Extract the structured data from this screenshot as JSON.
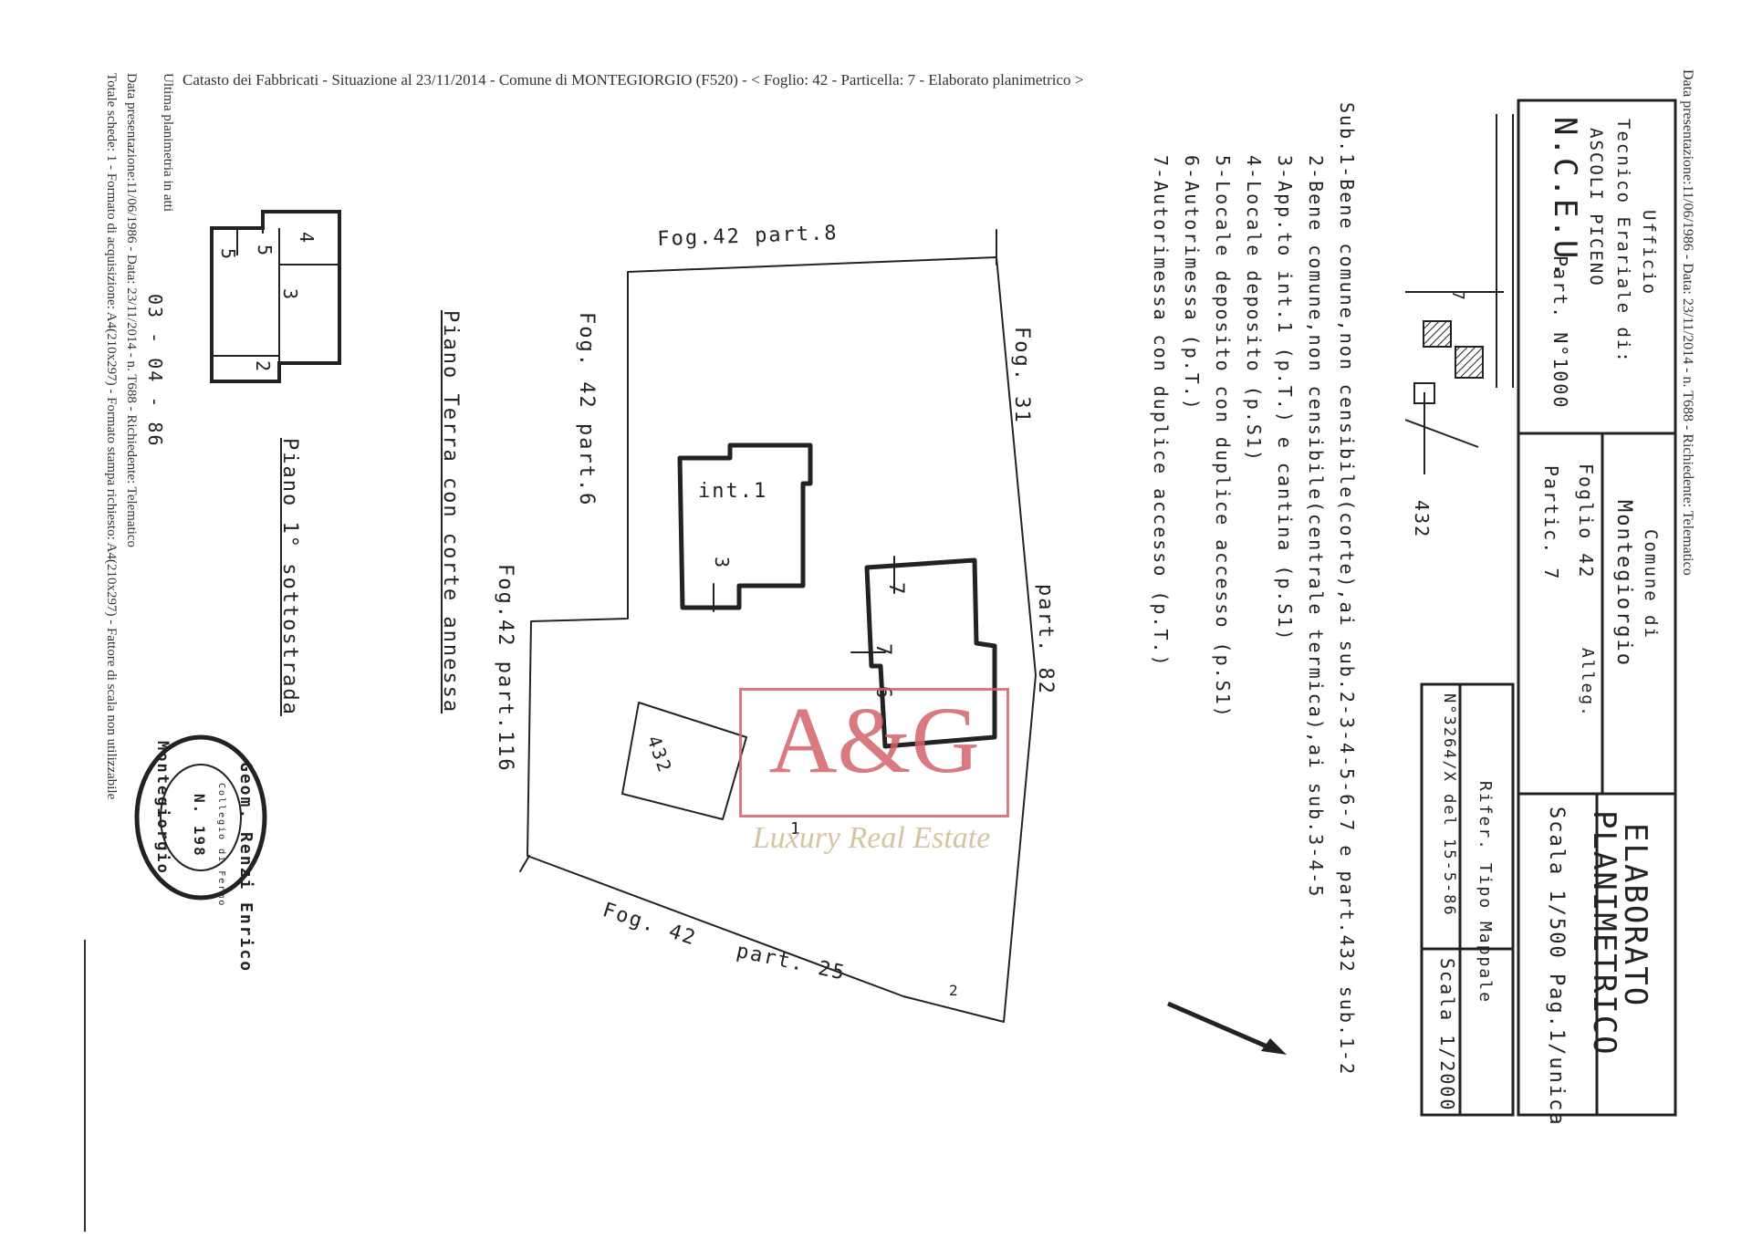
{
  "header": {
    "catasto_line": "Catasto dei Fabbricati - Situazione al 23/11/2014 - Comune di MONTEGIORGIO (F520) - < Foglio: 42 - Particella: 7 - Elaborato planimetrico >",
    "right_margin": "Data presentazione:11/06/1986 - Data: 23/11/2014 - n. T688 - Richiedente: Telematico"
  },
  "left_margin": {
    "ultima": "Ultima planimetria in atti",
    "data_line": "Data presentazione:11/06/1986 - Data: 23/11/2014 - n. T688 - Richiedente: Telematico",
    "totale_line": "Totale schede: 1 - Formato di acquisizione: A4(210x297) - Formato stampa richiesto: A4(210x297) - Fattore di scala non utilizzabile"
  },
  "title_block": {
    "ufficio": [
      "Ufficio",
      "Tecnico Erariale di:",
      "ASCOLI PICENO"
    ],
    "nceu": "N.C.E.U.",
    "part_no": "Part. N°1000",
    "comune": [
      "Comune di",
      "Montegiorgio"
    ],
    "foglio": "Foglio 42",
    "allegato": "Alleg.",
    "partic": "Partic. 7",
    "elaborato": [
      "ELABORATO",
      "PLANIMETRICO"
    ],
    "scala": "Scala 1/500 Pag.1/unica",
    "rifer": "Rifer. Tipo Mappale",
    "rifer_no": "N°3264/X del 15-5-86",
    "scala2": "Scala 1/2000",
    "mini_map": {
      "label_7": "7",
      "label_432": "432"
    }
  },
  "legend": [
    "Sub.1-Bene comune,non censibile(corte),ai sub.2-3-4-5-6-7 e part.432 sub.1-2",
    "2-Bene comune,non censibile(centrale termica),ai sub.3-4-5",
    "3-App.to int.1 (p.T.) e cantina (p.S1)",
    "4-Locale deposito (p.S1)",
    "5-Locale deposito con duplice accesso (p.S1)",
    "6-Autorimessa (p.T.)",
    "7-Autorimessa con duplice accesso (p.T.)"
  ],
  "plan": {
    "fog42_part8": "Fog.42 part.8",
    "fog31": "Fog. 31",
    "part82": "part. 82",
    "fog42_part6": "Fog. 42 part.6",
    "fog42_part116": "Fog.42 part.116",
    "fog42_part25_a": "Fog. 42",
    "fog42_part25_b": "part. 25",
    "int1": "int.1",
    "sub3": "3",
    "sub7a": "7",
    "sub7b": "7",
    "sub6": "6",
    "part432": "432",
    "sub1": "1",
    "sub2": "2",
    "piano_terra": "Piano Terra con corte annessa"
  },
  "basement": {
    "s4": "4",
    "s3": "3",
    "s5a": "5",
    "s5b": "5",
    "s2": "2",
    "date": "03 - 04 - 86",
    "piano_label": "Piano 1° sottostrada"
  },
  "stamp": {
    "outer": "Geom. Renzi Enrico",
    "town": "Montegiorgio",
    "inner": "Collegio di Fermo",
    "number": "N. 198"
  },
  "watermark": {
    "logo": "A&G",
    "tagline": "Luxury Real Estate"
  },
  "colors": {
    "ink": "#222222",
    "watermark": "#d2636b",
    "watermark_gold": "#d4c4a0"
  }
}
